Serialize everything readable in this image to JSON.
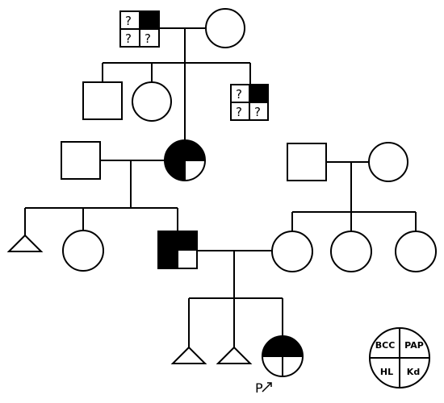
{
  "pedigree": {
    "unknown_mark": "?",
    "proband_label": "P",
    "key": {
      "top_left": "BCC",
      "top_right": "PAP",
      "bottom_left": "HL",
      "bottom_right": "Kd"
    }
  }
}
